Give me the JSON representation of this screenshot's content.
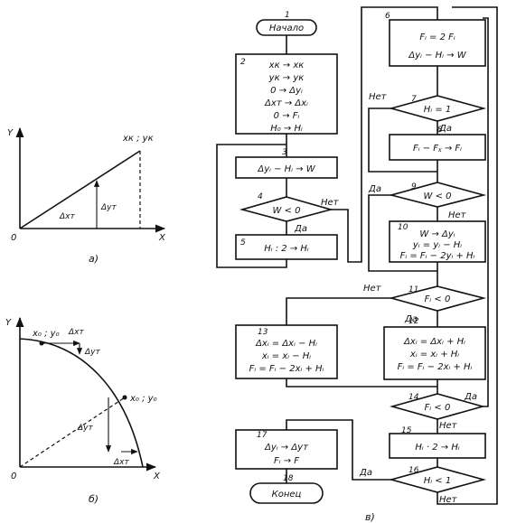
{
  "graph_a": {
    "axis_y": "Y",
    "axis_x": "X",
    "origin": "0",
    "point": "xк ; yк",
    "dx": "Δxт",
    "dy": "Δyт",
    "caption": "а)"
  },
  "graph_b": {
    "axis_y": "Y",
    "axis_x": "X",
    "origin": "0",
    "point1": "x₀ ; y₀",
    "point2": "x₀ ; y₀",
    "dx1": "Δxт",
    "dy1": "Δyт",
    "dy2": "Δyт",
    "dx2": "Δxт",
    "caption": "б)"
  },
  "flowchart": {
    "caption": "в)",
    "b1": {
      "num": "1",
      "text": "Начало"
    },
    "b2": {
      "num": "2",
      "lines": [
        "xк → xк",
        "yк → yк",
        "0 → Δyᵢ",
        "Δxт → Δxᵢ",
        "0 → Fᵢ",
        "H₀ → Hᵢ"
      ]
    },
    "b3": {
      "num": "3",
      "text": "Δyᵢ − Hᵢ → W"
    },
    "b4": {
      "num": "4",
      "text": "W < 0",
      "yes": "Да",
      "no": "Нет"
    },
    "b5": {
      "num": "5",
      "text": "Hᵢ : 2 → Hᵢ"
    },
    "b6": {
      "num": "6",
      "lines": [
        "Fᵢ = 2 Fᵢ",
        "Δyᵢ − Hᵢ → W"
      ]
    },
    "b7": {
      "num": "7",
      "text": "Hᵢ = 1",
      "yes": "Да",
      "no": "Нет"
    },
    "b8": {
      "num": "8",
      "text": "Fᵢ − Fᵪ → Fᵢ"
    },
    "b9": {
      "num": "9",
      "text": "W < 0",
      "yes": "Да",
      "no": "Нет"
    },
    "b10": {
      "num": "10",
      "lines": [
        "W → Δyᵢ",
        "yᵢ = yᵢ − Hᵢ",
        "Fᵢ = Fᵢ − 2yᵢ + Hᵢ"
      ]
    },
    "b11": {
      "num": "11",
      "text": "Fᵢ < 0",
      "yes": "Да",
      "no": "Нет"
    },
    "b12": {
      "num": "12",
      "lines": [
        "Δxᵢ = Δxᵢ + Hᵢ",
        "xᵢ = xᵢ + Hᵢ",
        "Fᵢ = Fᵢ − 2xᵢ + Hᵢ"
      ]
    },
    "b13": {
      "num": "13",
      "lines": [
        "Δxᵢ = Δxᵢ − Hᵢ",
        "xᵢ = xᵢ − Hᵢ",
        "Fᵢ = Fᵢ − 2xᵢ + Hᵢ"
      ]
    },
    "b14": {
      "num": "14",
      "text": "Fᵢ < 0",
      "yes": "Да",
      "no": "Нет"
    },
    "b15": {
      "num": "15",
      "text": "Hᵢ · 2 → Hᵢ"
    },
    "b16": {
      "num": "16",
      "text": "Hᵢ < 1",
      "yes": "Да",
      "no": "Нет"
    },
    "b17": {
      "num": "17",
      "lines": [
        "Δyᵢ → Δyт",
        "Fᵢ → F"
      ]
    },
    "b18": {
      "num": "18",
      "text": "Конец"
    }
  }
}
